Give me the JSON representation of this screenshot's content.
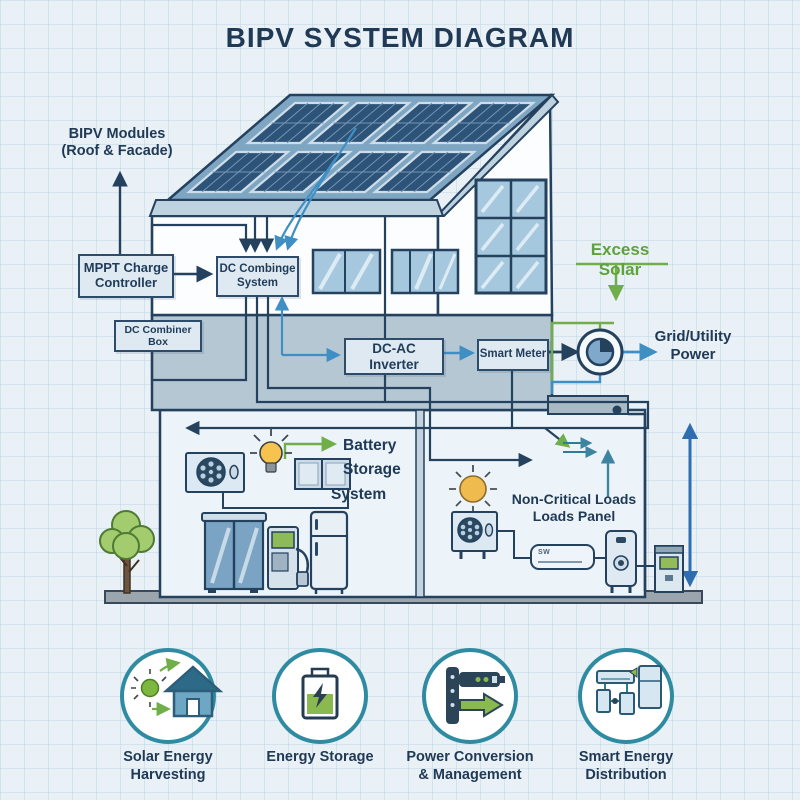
{
  "title": "BIPV SYSTEM DIAGRAM",
  "labels": {
    "bipv_modules_line1": "BIPV Modules",
    "bipv_modules_line2": "(Roof & Facade)",
    "mppt_line1": "MPPT Charge",
    "mppt_line2": "Controller",
    "dc_combine_line1": "DC Combinge",
    "dc_combine_line2": "System",
    "dc_combiner_box": "DC Combiner Box",
    "dc_ac_inverter": "DC-AC Inverter",
    "smart_meter": "Smart Meter",
    "excess_solar": "Excess Solar",
    "grid_line1": "Grid/Utility",
    "grid_line2": "Power",
    "battery_line1": "Battery",
    "battery_line2": "Storage",
    "battery_line3": "System",
    "noncritical_line1": "Non-Critical Loads",
    "noncritical_line2": "Loads Panel",
    "ac_unit_label": "SW"
  },
  "legend": [
    {
      "line1": "Solar Energy",
      "line2": "Harvesting"
    },
    {
      "line1": "Energy Storage",
      "line2": ""
    },
    {
      "line1": "Power Conversion",
      "line2": "& Management"
    },
    {
      "line1": "Smart Energy",
      "line2": "Distribution"
    }
  ],
  "colors": {
    "navy": "#1f3c5a",
    "accent_green": "#6fae49",
    "accent_blue": "#3f8fc4",
    "teal_ring": "#2f8ba1",
    "panel_blue": "#2d5378"
  }
}
